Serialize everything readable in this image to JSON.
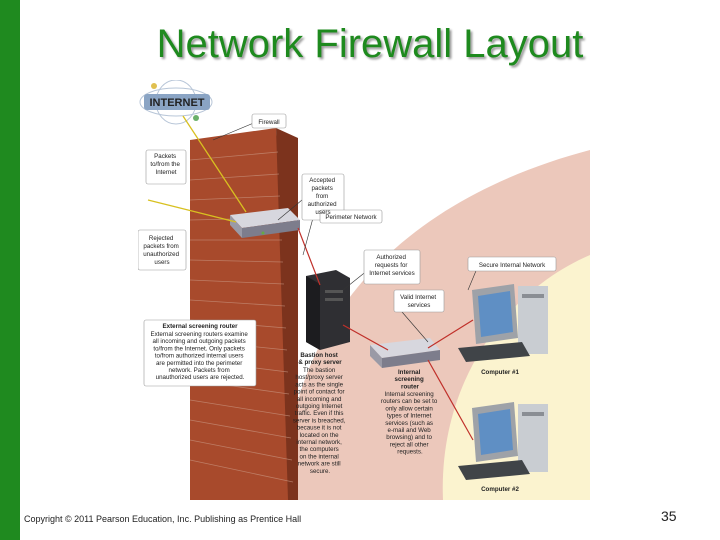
{
  "slide": {
    "title": "Network Firewall Layout",
    "footer": "Copyright © 2011 Pearson Education, Inc. Publishing as Prentice Hall",
    "page_number": "35"
  },
  "diagram": {
    "internet": "INTERNET",
    "firewall": "Firewall",
    "packets_from_internet": [
      "Packets",
      "to/from the",
      "Internet"
    ],
    "accepted_packets": [
      "Accepted",
      "packets",
      "from",
      "authorized",
      "users"
    ],
    "rejected_packets": [
      "Rejected",
      "packets from",
      "unauthorized",
      "users"
    ],
    "perimeter_network": "Perimeter Network",
    "authorized_requests": [
      "Authorized",
      "requests for",
      "Internet services"
    ],
    "secure_internal_network": "Secure Internal Network",
    "valid_internet_services": [
      "Valid Internet",
      "services"
    ],
    "external_router_title": "External screening router",
    "external_router_desc": [
      "External screening routers examine",
      "all incoming and outgoing packets",
      "to/from the Internet. Only packets",
      "to/from authorized internal users",
      "are permitted into the perimeter",
      "network. Packets from",
      "unauthorized users are rejected."
    ],
    "bastion_title": [
      "Bastion host",
      "& proxy server"
    ],
    "bastion_desc": [
      "The bastion",
      "host/proxy server",
      "acts as the single",
      "point of contact for",
      "all incoming and",
      "outgoing Internet",
      "traffic. Even if this",
      "server is breached,",
      "because it is not",
      "located on the",
      "internal network,",
      "the computers",
      "on the internal",
      "network are still",
      "secure."
    ],
    "internal_router_title": [
      "Internal",
      "screening",
      "router"
    ],
    "internal_router_desc": [
      "Internal screening",
      "routers can be set to",
      "only allow certain",
      "types of Internet",
      "services (such as",
      "e-mail and Web",
      "browsing) and to",
      "reject all other",
      "requests."
    ],
    "computer1": "Computer #1",
    "computer2": "Computer #2"
  }
}
